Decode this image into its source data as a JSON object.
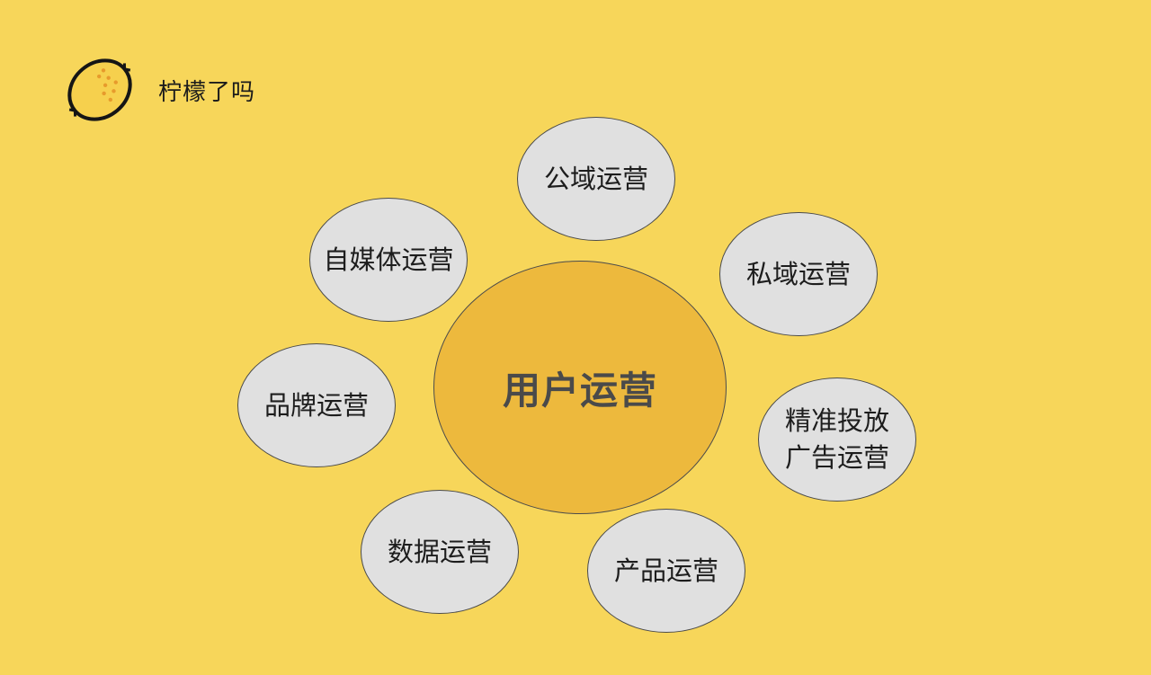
{
  "brand": {
    "name": "柠檬了吗",
    "logo_icon": "lemon-icon"
  },
  "diagram": {
    "center": "用户运营",
    "items": [
      "公域运营",
      "私域运营",
      "精准投放\n广告运营",
      "产品运营",
      "数据运营",
      "品牌运营",
      "自媒体运营"
    ]
  },
  "colors": {
    "background": "#f7d65a",
    "center_fill": "#edb93d",
    "bubble_fill": "#e0e0e0",
    "outline": "#4b4b4b"
  }
}
